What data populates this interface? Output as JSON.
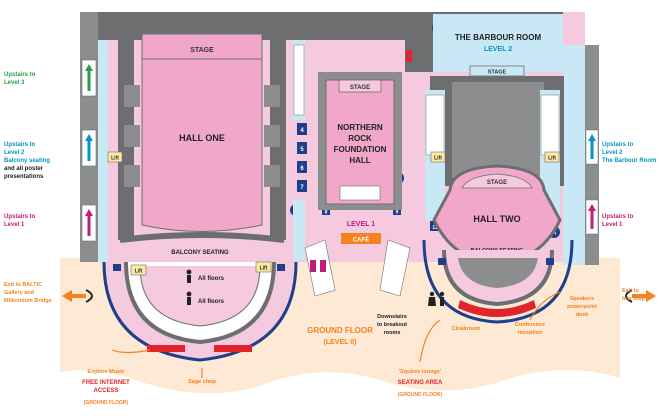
{
  "colors": {
    "pink": "#f5c9de",
    "pink_dark": "#f0a7c9",
    "blue_light": "#c9e8f5",
    "peach": "#fde9d4",
    "grey_dark": "#6d6e70",
    "grey_mid": "#8c8d8f",
    "navy": "#1e3f8c",
    "orange": "#f58220",
    "magenta": "#c21b7a",
    "green": "#2a9d48",
    "red": "#e0242b",
    "yellow": "#fbeaa0",
    "teal": "#0096c8"
  },
  "labels": {
    "stage_hall_one": "STAGE",
    "hall_one": "HALL ONE",
    "stage_northern": "STAGE",
    "northern_1": "NORTHERN",
    "northern_2": "ROCK",
    "northern_3": "FOUNDATION",
    "northern_4": "HALL",
    "barbour_title": "THE BARBOUR ROOM",
    "barbour_level": "LEVEL 2",
    "stage_barbour": "STAGE",
    "stage_hall_two": "STAGE",
    "hall_two": "HALL TWO",
    "balcony_left": "BALCONY SEATING",
    "balcony_right": "BALCONY SEATING",
    "level1": "LEVEL 1",
    "cafe": "CAFÉ",
    "all_floors_1": "All floors",
    "all_floors_2": "All floors",
    "lift_1": "Lift",
    "lift_2": "Lift",
    "lift_3": "Lift",
    "lift_4": "Lift",
    "lift_5": "Lift",
    "ground_floor_1": "GROUND FLOOR",
    "ground_floor_2": "(LEVEL 0)",
    "upstairs_l3_1": "Upstairs to",
    "upstairs_l3_2": "Level 3",
    "upstairs_l2_1": "Upstairs to",
    "upstairs_l2_2": "Level 2",
    "balcony_note_1": "Balcony seating",
    "balcony_note_2": "and all poster",
    "balcony_note_3": "presentations",
    "upstairs_l1_left_1": "Upstairs to",
    "upstairs_l1_left_2": "Level 1",
    "upstairs_l2_right_1": "Upstairs to",
    "upstairs_l2_right_2": "Level 2",
    "upstairs_l2_right_3": "The Barbour Room",
    "upstairs_l1_right_1": "Upstairs to",
    "upstairs_l1_right_2": "Level 1",
    "exit_baltic_1": "Exit to BALTIC",
    "exit_baltic_2": "Gallery and",
    "exit_baltic_3": "Millennium Bridge",
    "exit_bus_1": "Exit to",
    "exit_bus_2": "bus stop",
    "explore_1": "Explore Music",
    "explore_2": "FREE INTERNET",
    "explore_3": "ACCESS",
    "explore_4": "(GROUND FLOOR)",
    "sage_shop": "Sage shop",
    "downstairs_1": "Downstairs",
    "downstairs_2": "to breakout",
    "downstairs_3": "rooms",
    "squires_1": "'Squires lounge'",
    "squires_2": "SEATING AREA",
    "squires_3": "(GROUND FLOOR)",
    "cloakroom": "Cloakroom",
    "conference_1": "Conference",
    "conference_2": "reception",
    "speakers_1": "Speakers",
    "speakers_2": "powerpoint",
    "speakers_3": "desk",
    "marker_a_left": "A",
    "marker_b": "B",
    "marker_c": "C",
    "marker_a_right": "A",
    "box_4": "4",
    "box_5": "5",
    "box_6": "6",
    "box_7": "7",
    "box_8": "8",
    "box_9": "9",
    "box_10": "10",
    "box_11": "11"
  }
}
